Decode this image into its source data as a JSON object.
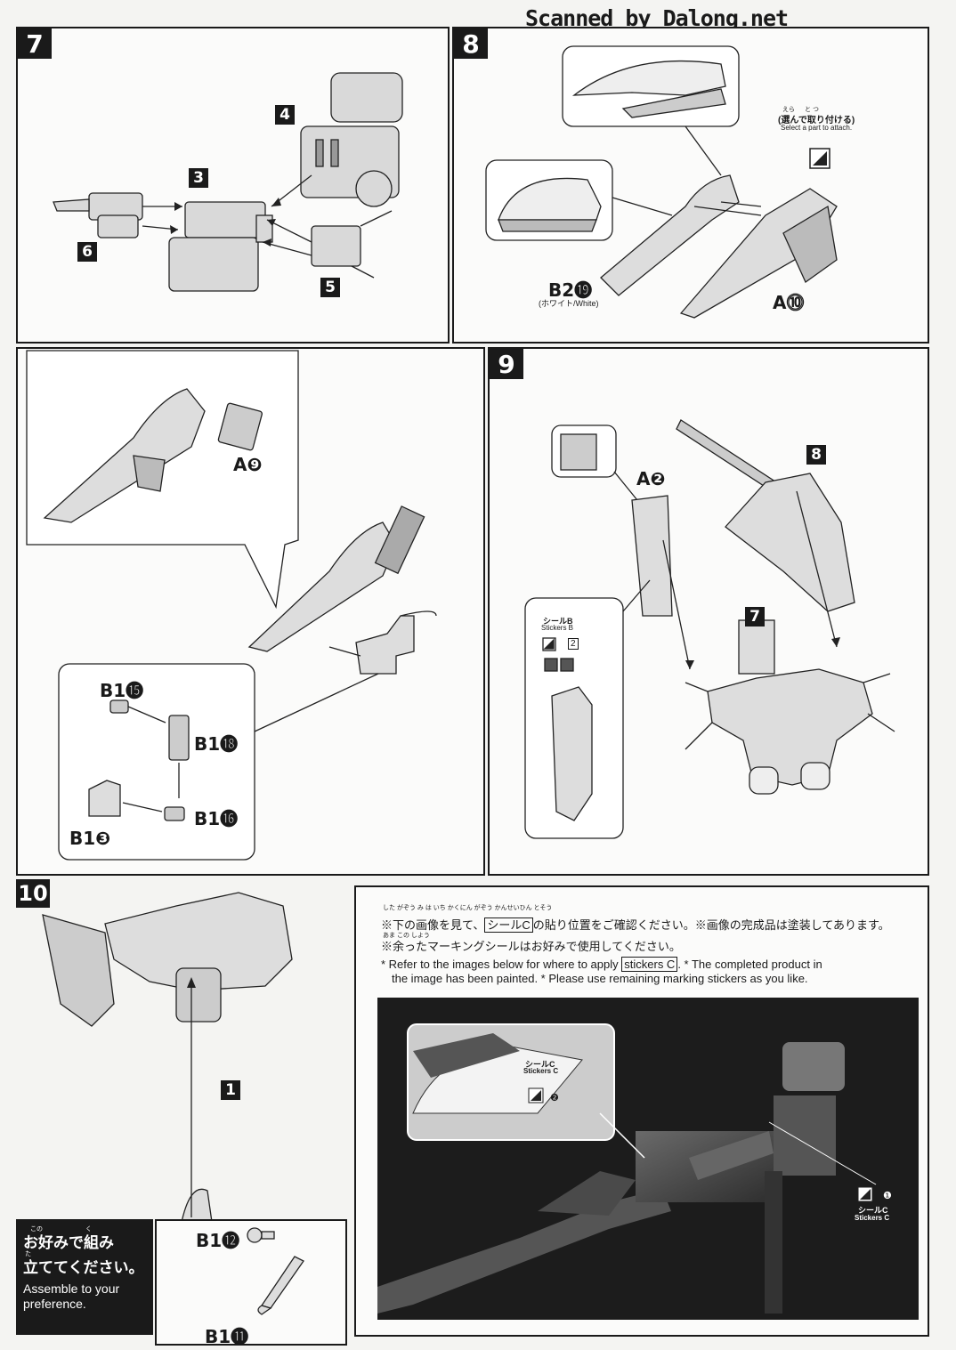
{
  "header": {
    "watermark": "Scanned by Dalong.net"
  },
  "step7": {
    "number": "7",
    "parts": {
      "p4": "4",
      "p3": "3",
      "p6": "6",
      "p5": "5"
    }
  },
  "step8": {
    "number": "8",
    "select_ruby": "えら",
    "select_ruby2": "と つ",
    "select_jp": "(選んで取り付ける)",
    "select_en": "Select a part to attach.",
    "b2_label": "B2⓳",
    "b2_color": "(ホワイト/White)",
    "a10_label": "A⓾"
  },
  "step8b": {
    "a9_label": "A❾",
    "b15_label": "B1⓯",
    "b18_label": "B1⓲",
    "b13_label": "B1❸",
    "b16_label": "B1⓰"
  },
  "step9": {
    "number": "9",
    "a2_label": "A❷",
    "sticker_jp": "シールB",
    "sticker_en": "Stickers B",
    "sticker_no": "2",
    "parts": {
      "p8": "8",
      "p7": "7"
    }
  },
  "step10": {
    "number": "10",
    "parts": {
      "p1": "1"
    },
    "b12_label": "B1⓬",
    "b11_label": "B1⓫",
    "optional": {
      "ruby1": "この",
      "ruby2": "く",
      "ruby3": "た",
      "jp_line1": "お好みで組み",
      "jp_line2": "立ててください。",
      "en_line1": "Assemble to your",
      "en_line2": "preference."
    }
  },
  "finished": {
    "ruby_line1": "した   がぞう  み                 は   いち     かくにん                 がぞう  かんせいひん    とそう",
    "jp_line1_a": "※下の画像を見て、",
    "jp_sticker": "シールC",
    "jp_line1_b": "の貼り位置をご確認ください。※画像の完成品は塗装してあります。",
    "ruby_line2": "あま                                    この         しよう",
    "jp_line2": "※余ったマーキングシールはお好みで使用してください。",
    "en_line1_a": "* Refer to the images below for where to apply",
    "en_sticker": "stickers C",
    "en_line1_b": ". * The completed product in",
    "en_line2": "the image has been painted. * Please use remaining marking stickers as you like.",
    "inset_sticker_jp": "シールC",
    "inset_sticker_en": "Stickers C",
    "inset_sticker_no": "❷",
    "main_sticker_no": "❶",
    "main_sticker_jp": "シールC",
    "main_sticker_en": "Stickers C"
  }
}
